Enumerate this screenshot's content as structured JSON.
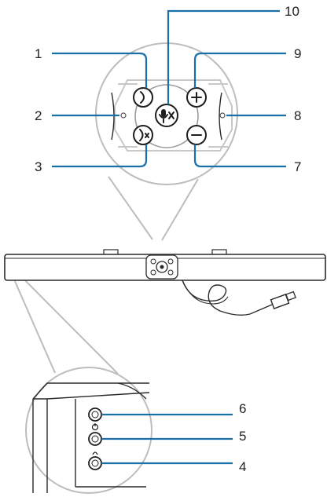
{
  "callouts": [
    {
      "id": "1",
      "label": "1"
    },
    {
      "id": "2",
      "label": "2"
    },
    {
      "id": "3",
      "label": "3"
    },
    {
      "id": "4",
      "label": "4"
    },
    {
      "id": "5",
      "label": "5"
    },
    {
      "id": "6",
      "label": "6"
    },
    {
      "id": "7",
      "label": "7"
    },
    {
      "id": "8",
      "label": "8"
    },
    {
      "id": "9",
      "label": "9"
    },
    {
      "id": "10",
      "label": "10"
    }
  ],
  "icons": {
    "button_1": "headset-call-icon",
    "button_3": "headset-hangup-icon",
    "button_9": "volume-up-icon",
    "button_7": "volume-down-icon",
    "button_10": "microphone-mute-icon",
    "port_6": "headphone-jack-icon",
    "port_5": "power-button-icon",
    "port_4": "headset-port-icon"
  },
  "colors": {
    "callout_line": "#1b6fa8",
    "magnifier": "#bdbdbd",
    "device_outline": "#2a2a2a"
  }
}
